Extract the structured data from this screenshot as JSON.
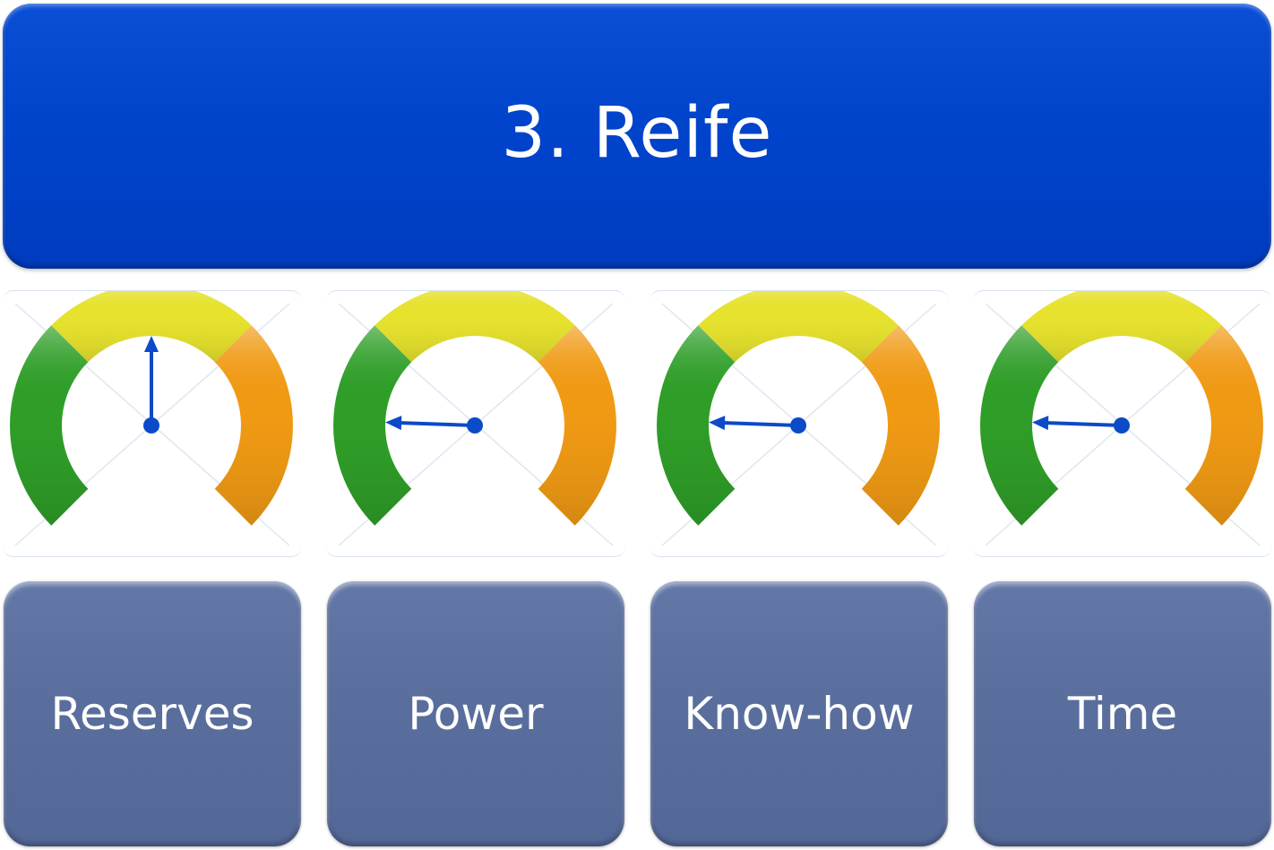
{
  "header": {
    "title": "3. Reife"
  },
  "colors": {
    "header_blue": "#0044cc",
    "label_box": "#5a6f9e",
    "gauge_green": "#2f9e28",
    "gauge_yellow": "#e6e22e",
    "gauge_orange": "#f09a14",
    "needle": "#0b4ac8"
  },
  "gauges": [
    {
      "label": "Reserves",
      "needle_position": "top"
    },
    {
      "label": "Power",
      "needle_position": "left"
    },
    {
      "label": "Know-how",
      "needle_position": "left"
    },
    {
      "label": "Time",
      "needle_position": "left"
    }
  ]
}
